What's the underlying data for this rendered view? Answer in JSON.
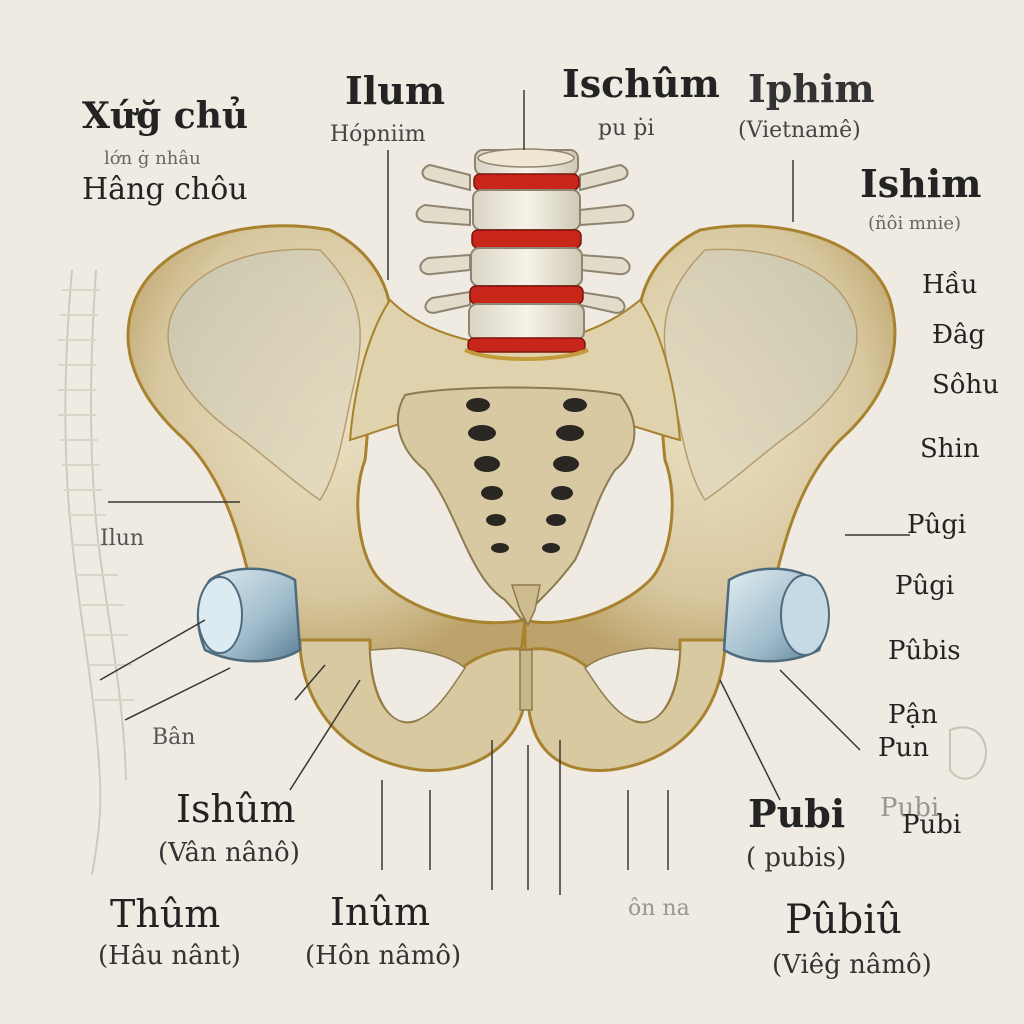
{
  "labels": {
    "top_left_title": "Xứğ chủ",
    "top_left_small": "lớn ġ nhâu",
    "top_left_sub": "Hâng chôu",
    "ilum_top": "Ilum",
    "ilum_top_sub": "Hópniim",
    "ischum_top": "Ischûm",
    "ischum_top_sub": "pu ṗi",
    "iphim": "Iphim",
    "iphim_sub": "(Vietnamê)",
    "ishim_right": "Ishim",
    "ishim_right_sub": "(ñôi mnie)",
    "hau": "Hầu",
    "dag": "Đâg",
    "sohu": "Sôhu",
    "shin": "Shin",
    "pugi1": "Pûgi",
    "pugi2": "Pûgi",
    "pubis": "Pûbis",
    "pan": "Pận",
    "pun": "Pun",
    "pubi_faint": "Pubi",
    "pubi_right": "Pubi",
    "ilun_left": "Ilun",
    "ban_left": "Bân",
    "ishum_bottom": "Ishûm",
    "ishum_bottom_sub": "(Vân nânô)",
    "pubi_bottom": "Pubi",
    "pubi_bottom_sub": "( pubis)",
    "thum": "Thûm",
    "thum_sub": "(Hâu nânt)",
    "inum": "Inûm",
    "inum_sub": "(Hôn nâmô)",
    "faint_mid": "ôn na",
    "pubiu": "Pûbiû",
    "pubiu_sub": "(Viêġ nâmô)"
  },
  "colors": {
    "background": "#efebe3",
    "bone": "#ddcfa9",
    "bone_shadow": "#b99a5c",
    "bone_outline": "#a8822e",
    "disc_red": "#c8261b",
    "cartilage": "#b9cdd9"
  },
  "icons": [
    "pelvis-bone-illustration",
    "lumbar-spine",
    "sacrum",
    "femoral-head",
    "spine-sketch"
  ]
}
